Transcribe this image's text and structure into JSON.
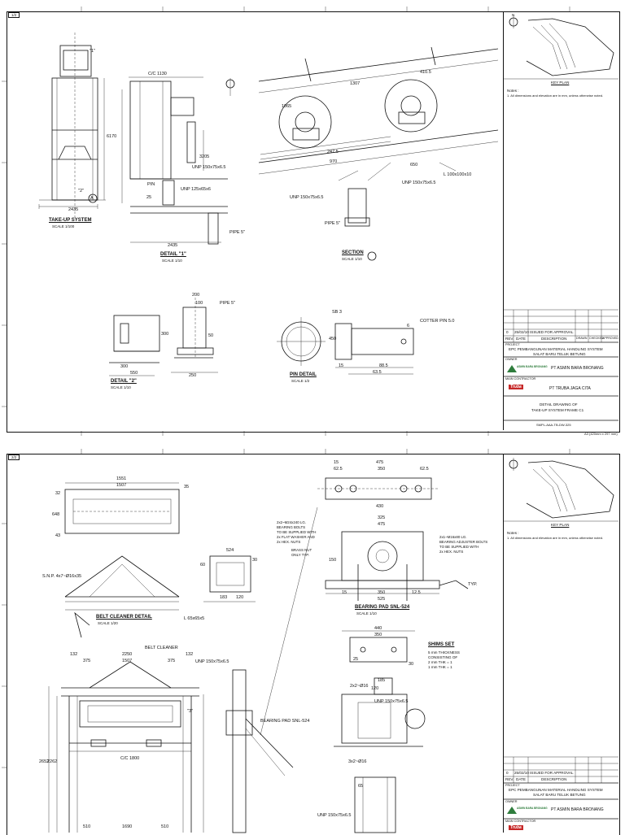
{
  "sheet1": {
    "sheet_ref": "1/2",
    "drawing_titles": {
      "takeup_system": "TAKE-UP SYSTEM",
      "detail_1": "DETAIL \"1\"",
      "section_a": "SECTION",
      "detail_2": "DETAIL \"2\"",
      "pin_detail": "PIN DETAIL"
    },
    "scales": {
      "takeup_system": "SCALE 1/100",
      "detail_1": "SCALE 1/10",
      "section_a": "SCALE 1/10",
      "detail_2": "SCALE 1/10",
      "pin_detail": "SCALE 1/2"
    },
    "callouts": [
      "\"1\"",
      "\"2\"",
      "A"
    ],
    "dimensions": [
      "2435",
      "6170",
      "C/C 1130",
      "1307",
      "410.5",
      "1065",
      "247.5",
      "970",
      "3205",
      "2435",
      "25",
      "300",
      "550",
      "300",
      "200",
      "50",
      "250",
      "450",
      "100",
      "15",
      "88.5",
      "63.5",
      "6",
      "650"
    ],
    "member_labels": [
      "UNP 150x75x6.5",
      "UNP 125x65x6",
      "PIN",
      "PIPE 5\"",
      "L 100x100x10",
      "UNP 150x75x6.5",
      "UNP 150x75x6.5",
      "PIPE 5\"",
      "PIPE 5\"",
      "COTTER PIN 5.0",
      "SB 3"
    ],
    "compass_label": "N",
    "key_plan_title": "KEY PLAN",
    "notes_label": "Notes :",
    "note_1": "1.  All dimensions and elevation are in mm, unless otherwise noted.",
    "revision": {
      "rev": "0",
      "date": "25/02/10",
      "description": "ISSUED FOR APPROVAL",
      "headers": [
        "REV.",
        "DATE",
        "DESCRIPTION",
        "DRAWN",
        "CHECKED",
        "APPROVED"
      ]
    },
    "project_label": "PROJECT",
    "project_name_1": "EPC PEMBANGUNAN MATERIAL HANDLING SYSTEM",
    "project_name_2": "SALAT BARU TELUK BETUNG",
    "owner_label": "OWNER",
    "owner_logo_text": "ASMIN BARA BRONANG",
    "owner_name": "PT ASMIN BARA BRONANG",
    "contractor_label": "MAIN CONTRACTOR",
    "contractor_logo_text": "Truba",
    "contractor_name": "PT TRUBA JAGA CITA",
    "drawing_title_1": "DETAIL DRAWING OF",
    "drawing_title_2": "TAKE-UP SYSTEM FRAME C1",
    "drawing_no": "SMPL-AAA-TB-DW-325",
    "paper_size": "A3 (420mm x 297 mm)"
  },
  "sheet2": {
    "sheet_ref": "2/2",
    "drawing_titles": {
      "belt_cleaner": "BELT CLEANER DETAIL",
      "bearing_pad": "BEARING PAD SNL-524",
      "shims_set": "SHIMS SET"
    },
    "scales": {
      "belt_cleaner": "SCALE 1/20",
      "bearing_pad": "SCALE 1/10"
    },
    "shims_notes": [
      "5 mm THICKNESS",
      "CONSISTING OF",
      "2 mm THK = 1",
      "1 mm THK = 1"
    ],
    "bearing_notes": [
      "2x2~M24x240 LG.",
      "BEARING BOLTS",
      "TO BE SUPPLIED WITH",
      "2x FLAT WASHER AND",
      "2x HEX. NUTS",
      "BRASS NUT",
      "ONLY TYP.",
      "2x1~M16x80 LG.",
      "BEARING ADJUSTER BOLTS",
      "TO BE SUPPLIED WITH",
      "2x HEX. NUTS"
    ],
    "member_labels": [
      "BELT CLEANER",
      "UNP 150x75x6.5",
      "UNP 150x75x6.5",
      "BEARING PAD SNL-524",
      "L 65x65x5",
      "2x2~Ø16",
      "3x2~Ø16",
      "S.N.P. 4x7~Ø16x35",
      "UNP 150x75x6.5",
      "TYP."
    ],
    "dimensions": [
      "1551",
      "1507",
      "35",
      "32",
      "648",
      "43",
      "475",
      "15",
      "62.5",
      "350",
      "62.5",
      "430",
      "325",
      "475",
      "525",
      "350",
      "12.5",
      "15",
      "150",
      "60",
      "524",
      "30",
      "183",
      "120",
      "132",
      "2250",
      "132",
      "375",
      "1507",
      "375",
      "C/C 1800",
      "510",
      "1690",
      "510",
      "2652",
      "2262",
      "25",
      "440",
      "350",
      "30",
      "120",
      "185",
      "65"
    ],
    "callouts": [
      "\"3\""
    ],
    "key_plan_title": "KEY PLAN",
    "notes_label": "Notes :",
    "note_1": "1.  All dimensions and elevation are in mm, unless otherwise noted.",
    "revision": {
      "rev": "0",
      "date": "25/02/10",
      "description": "ISSUED FOR APPROVAL",
      "headers": [
        "REV.",
        "DATE",
        "DESCRIPTION"
      ]
    },
    "project_label": "PROJECT",
    "project_name_1": "EPC PEMBANGUNAN MATERIAL HANDLING SYSTEM",
    "project_name_2": "SALAT BARU TELUK BETUNG",
    "owner_label": "OWNER",
    "owner_logo_text": "ASMIN BARA BRONANG",
    "owner_name": "PT ASMIN BARA BRONANG",
    "contractor_label": "MAIN CONTRACTOR",
    "contractor_logo_text": "Truba"
  }
}
